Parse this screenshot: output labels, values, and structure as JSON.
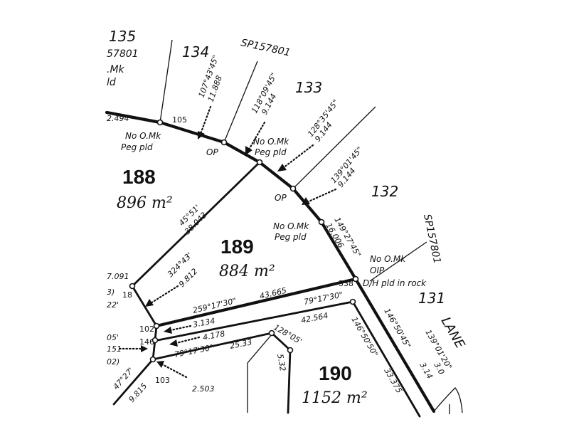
{
  "lots": {
    "l135": "135",
    "l134": "134",
    "l133": "133",
    "l132": "132",
    "l131": "131",
    "l188": "188",
    "l189": "189",
    "l190": "190"
  },
  "areas": {
    "a188": "896 m²",
    "a189": "884 m²",
    "a190": "1152 m²"
  },
  "plan_refs": {
    "sp_top": "SP157801",
    "sp_right": "SP157801",
    "sp_left_partial": "57801"
  },
  "left_notes": {
    "omk": ".Mk",
    "ld": "ld"
  },
  "survey_marks": {
    "n105": "105",
    "n102": "102",
    "n146": "146",
    "n103": "103",
    "n338": "338",
    "n18": "18",
    "op1": "OP",
    "op2": "OP",
    "no_omk_1": "No O.Mk",
    "peg_pld_1": "Peg pld",
    "no_omk_2": "No O.Mk",
    "peg_pld_2": "Peg pld",
    "no_omk_3": "No O.Mk",
    "peg_pld_3": "Peg pld",
    "no_omk_4": "No O.Mk",
    "oip": "OIP",
    "dh_pld_rock": "D/H pld in rock"
  },
  "bearings": {
    "b_107": "107°43'45\"",
    "d_107": "11.888",
    "b_118": "118°09'45\"",
    "d_118": "9.144",
    "b_128": "128°35'45\"",
    "d_128": "9.144",
    "b_139": "139°01'45\"",
    "d_139": "9.144",
    "b_149": "149°27'45\"",
    "d_149": "16.006",
    "b_45": "45°51'",
    "d_45": "38.043",
    "b_324": "324°43'",
    "d_324": "9.812",
    "b_259": "259°17'30\"",
    "d_259": "43.665",
    "b_79a": "79°17'30\"",
    "d_79a": "42.564",
    "d_3134": "3.134",
    "d_4178": "4.178",
    "b_79b": "79°17'30\"",
    "d_2533": "25.33",
    "b_128b": "128°05'",
    "d_532": "5.32",
    "b_146a": "146°50'50\"",
    "d_33375": "33.375",
    "b_146b": "146°50'45\"",
    "d_314": "3.14",
    "b_139b": "139°01'20\"",
    "d_30": "3.0",
    "b_47": "47°27'",
    "d_9815": "9.815",
    "d_2503": "2.503",
    "d_2494": "2.494",
    "d_7091": "7.091",
    "frag_3": "3)",
    "frag_22": "22'",
    "frag_05": "05'",
    "frag_151": "151",
    "frag_02": "02)"
  },
  "road": {
    "label": "LANE"
  }
}
